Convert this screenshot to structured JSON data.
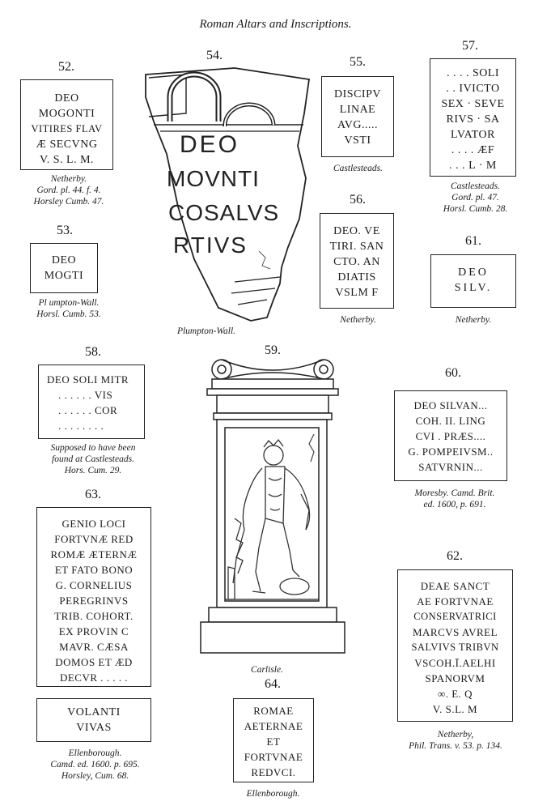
{
  "title": "Roman Altars and Inscriptions.",
  "i52": {
    "num": "52.",
    "lines": [
      "DEO",
      "MOGONTI",
      "VITIRES FLAV",
      "Æ SECVNG",
      "V. S. L. M."
    ],
    "caption": [
      "Netherby.",
      "Gord. pl. 44. f. 4.",
      "Horsley Cumb. 47."
    ]
  },
  "i53": {
    "num": "53.",
    "lines": [
      "DEO",
      "MOGTI"
    ],
    "caption": [
      "Pl umpton-Wall.",
      "Horsl. Cumb. 53."
    ]
  },
  "i54": {
    "num": "54.",
    "lines": [
      "DEO",
      "MOVNTI",
      "COSALVS",
      "RTIVS"
    ],
    "caption": [
      "Plumpton-Wall."
    ]
  },
  "i55": {
    "num": "55.",
    "lines": [
      "DISCIPV",
      "LINAE",
      "AVG.....",
      "VSTI"
    ],
    "caption": [
      "Castlesteads."
    ]
  },
  "i56": {
    "num": "56.",
    "lines": [
      "DEO. VE",
      "TIRI. SAN",
      "CTO. AN",
      "DIATIS",
      "VSLM F"
    ],
    "caption": [
      "Netherby."
    ]
  },
  "i57": {
    "num": "57.",
    "lines": [
      ". . . . SOLI",
      ". . IVICTO",
      "SEX · SEVE",
      "RIVS · SA",
      "LVATOR",
      ". . . . ÆF",
      ". . . L · M"
    ],
    "caption": [
      "Castlesteads.",
      "Gord. pl. 47.",
      "Horsl. Cumb. 28."
    ]
  },
  "i58": {
    "num": "58.",
    "lines": [
      "DEO SOLI MITR",
      ". . . . . . VIS",
      ". . . . . . COR",
      ". . . . . . . ."
    ],
    "caption": [
      "Supposed to have been",
      "found at Castlesteads.",
      "Hors. Cum. 29."
    ]
  },
  "i59": {
    "num": "59.",
    "caption": [
      "Carlisle."
    ]
  },
  "i60": {
    "num": "60.",
    "lines": [
      "DEO SILVAN...",
      "COH. II. LING",
      "CVI . PRÆS....",
      "G. POMPEIVSM..",
      "SATVRNIN..."
    ],
    "caption": [
      "Moresby.   Camd. Brit.",
      "ed. 1600, p. 691."
    ]
  },
  "i61": {
    "num": "61.",
    "lines": [
      "DEO",
      "SILV."
    ],
    "caption": [
      "Netherby."
    ]
  },
  "i62": {
    "num": "62.",
    "lines": [
      "DEAE SANCT",
      "AE FORTVNAE",
      "CONSERVATRICI",
      "MARCVS AVREL",
      "SALVIVS TRIBVN",
      "VSCOH.Ī.AELHI",
      "SPANORVM",
      "∞. E. Q",
      "V. S.L. M"
    ],
    "caption": [
      "Netherby,",
      "Phil. Trans. v. 53. p. 134."
    ]
  },
  "i63": {
    "num": "63.",
    "lines": [
      "GENIO LOCI",
      "FORTVNÆ RED",
      "ROMÆ ÆTERNÆ",
      "ET FATO BONO",
      "G. CORNELIUS",
      "PEREGRINVS",
      "TRIB. COHORT.",
      "EX PROVIN C",
      "MAVR. CÆSA",
      "DOMOS ET ÆD",
      "DECVR . . . . ."
    ],
    "lines2": [
      "VOLANTI",
      "VIVAS"
    ],
    "caption": [
      "Ellenborough.",
      "Camd. ed. 1600. p. 695.",
      "Horsley, Cum. 68."
    ]
  },
  "i64": {
    "num": "64.",
    "lines": [
      "ROMAE",
      "AETERNAE",
      "ET",
      "FORTVNAE",
      "REDVCI."
    ],
    "caption": [
      "Ellenborough."
    ]
  }
}
